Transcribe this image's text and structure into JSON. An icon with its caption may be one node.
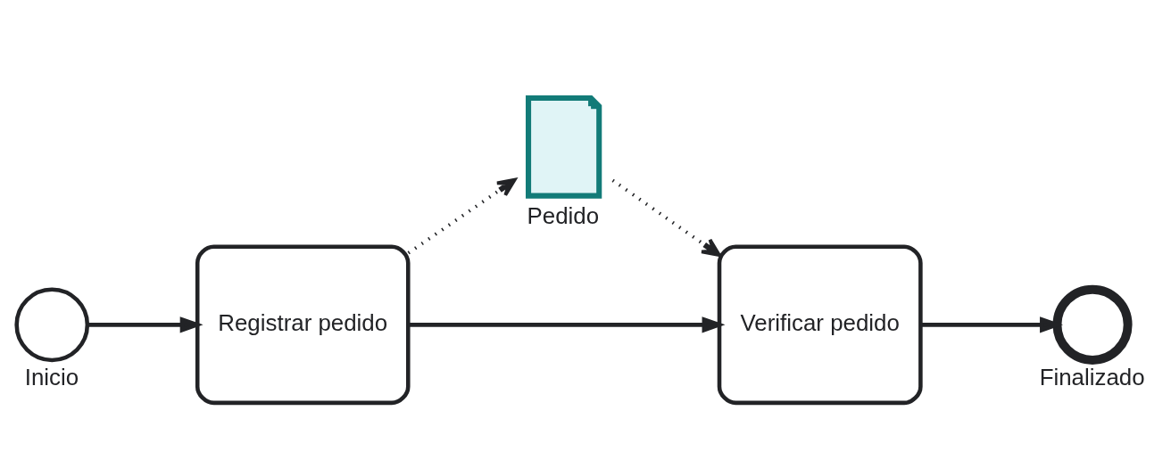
{
  "diagram": {
    "nodes": [
      {
        "text": [],
        "shape": "circle",
        "beside": [
          "Inicio"
        ]
      },
      {
        "text": [
          "Registrar pedido"
        ]
      },
      {
        "text": [],
        "shape": "document",
        "beside": [
          "Pedido"
        ]
      },
      {
        "text": [
          "Verificar pedido"
        ]
      },
      {
        "text": [],
        "shape": "circle",
        "beside": [
          "Finalizado"
        ]
      }
    ],
    "edges": [
      {
        "from": 0,
        "to": 1,
        "arrow": "to"
      },
      {
        "from": 1,
        "to": 2,
        "arrow": "to",
        "style": "dashed"
      },
      {
        "from": 2,
        "to": 3,
        "arrow": "to",
        "style": "dashed"
      },
      {
        "from": 1,
        "to": 3,
        "arrow": "to"
      },
      {
        "from": 3,
        "to": 4,
        "arrow": "to"
      }
    ]
  }
}
